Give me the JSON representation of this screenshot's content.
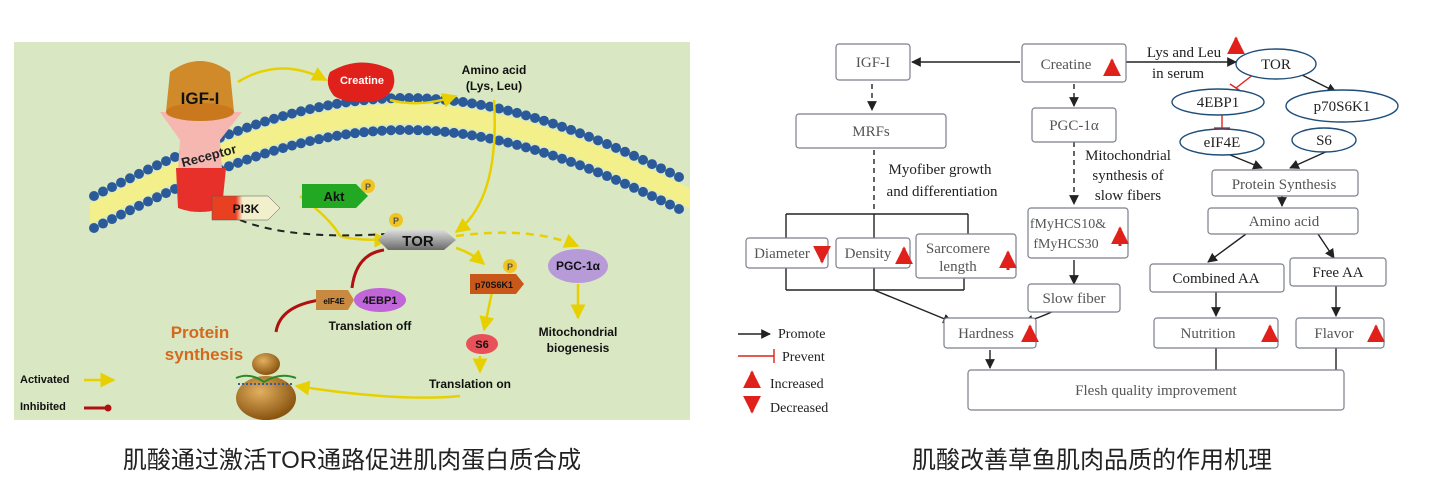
{
  "left": {
    "caption": "肌酸通过激活TOR通路促进肌肉蛋白质合成",
    "labels": {
      "igf1": "IGF-I",
      "receptor": "Receptor",
      "creatine": "Creatine",
      "amino_acid_line1": "Amino acid",
      "amino_acid_line2": "(Lys, Leu)",
      "akt": "Akt",
      "pi3k": "PI3K",
      "tor": "TOR",
      "eif4e": "eIF4E",
      "ebp1": "4EBP1",
      "translation_off": "Translation off",
      "p70s6k1": "p70S6K1",
      "pgc1a": "PGC-1α",
      "mito_line1": "Mitochondrial",
      "mito_line2": "biogenesis",
      "s6": "S6",
      "translation_on": "Translation on",
      "protein_line1": "Protein",
      "protein_line2": "synthesis",
      "activated": "Activated",
      "inhibited": "Inhibited",
      "p_badge": "P"
    },
    "colors": {
      "panel_bg": "#d9e8c2",
      "creatine": "#e0201a",
      "akt": "#22a822",
      "pi3k_left": "#e84020",
      "pi3k_right": "#f2efcc",
      "tor": "#8a8a8a",
      "ebp1": "#c066d8",
      "p70": "#c8581a",
      "pgc": "#b79ad8",
      "s6": "#e8505a",
      "protein_text": "#d2691e",
      "activated_line": "#e8d000",
      "inhibited_line": "#b01010",
      "membrane": "#2a5a9a"
    }
  },
  "right": {
    "caption": "肌酸改善草鱼肌肉品质的作用机理",
    "nodes": {
      "igf1": "IGF-I",
      "creatine": "Creatine",
      "lys_leu_line1": "Lys and Leu",
      "lys_leu_line2": "in serum",
      "tor": "TOR",
      "ebp1": "4EBP1",
      "p70s6k1": "p70S6K1",
      "eif4e": "eIF4E",
      "s6": "S6",
      "mrfs": "MRFs",
      "pgc1a": "PGC-1α",
      "myofiber_line1": "Myofiber growth",
      "myofiber_line2": "and differentiation",
      "mito_line1": "Mitochondrial",
      "mito_line2": "synthesis of",
      "mito_line3": "slow fibers",
      "protein_synthesis": "Protein  Synthesis",
      "amino_acid": "Amino acid",
      "diameter": "Diameter",
      "density": "Density",
      "sarcomere_line1": "Sarcomere",
      "sarcomere_line2": "length",
      "fmyhc_line1": "fMyHCS10&",
      "fmyhc_line2": "fMyHCS30",
      "combined_aa": "Combined AA",
      "free_aa": "Free  AA",
      "slow_fiber": "Slow fiber",
      "hardness": "Hardness",
      "nutrition": "Nutrition",
      "flavor": "Flavor",
      "flesh_quality": "Flesh quality improvement"
    },
    "legend": {
      "promote": "Promote",
      "prevent": "Prevent",
      "increased": "Increased",
      "decreased": "Decreased"
    },
    "colors": {
      "box_border": "#7a7f8a",
      "ellipse_border": "#1f4e79",
      "arrow_up": "#e0201a",
      "inhibit": "#e0201a",
      "text": "#222222"
    }
  }
}
